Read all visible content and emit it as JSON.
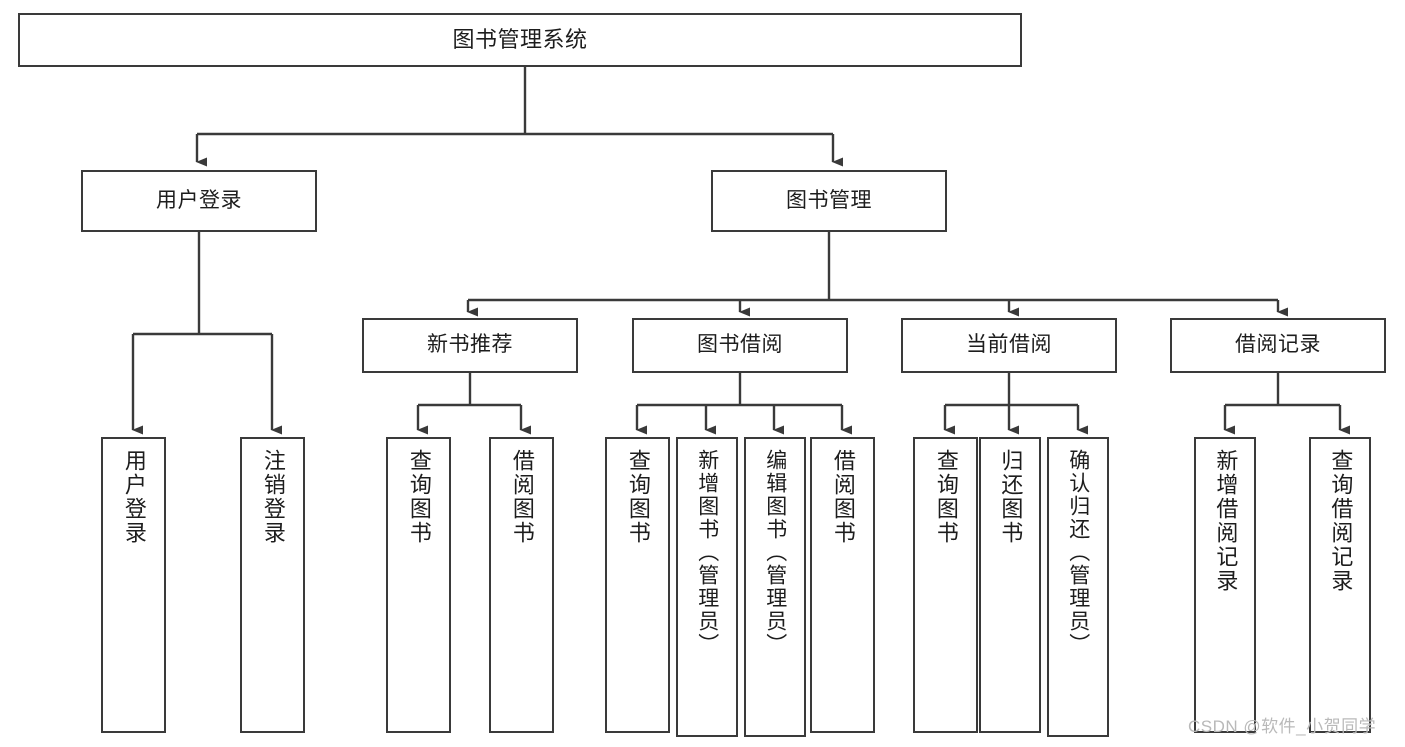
{
  "diagram": {
    "title": "图书管理系统",
    "type": "hierarchy-tree",
    "root": {
      "label": "图书管理系统"
    },
    "level2": [
      {
        "label": "用户登录"
      },
      {
        "label": "图书管理"
      }
    ],
    "level3": [
      {
        "label": "新书推荐"
      },
      {
        "label": "图书借阅"
      },
      {
        "label": "当前借阅"
      },
      {
        "label": "借阅记录"
      }
    ],
    "leaves": {
      "user_login": [
        {
          "label": "用户登录"
        },
        {
          "label": "注销登录"
        }
      ],
      "new_book_recommend": [
        {
          "label": "查询图书"
        },
        {
          "label": "借阅图书"
        }
      ],
      "book_borrow": [
        {
          "label": "查询图书"
        },
        {
          "label": "新增图书（管理员）"
        },
        {
          "label": "编辑图书（管理员）"
        },
        {
          "label": "借阅图书"
        }
      ],
      "current_borrow": [
        {
          "label": "查询图书"
        },
        {
          "label": "归还图书"
        },
        {
          "label": "确认归还（管理员）"
        }
      ],
      "borrow_record": [
        {
          "label": "新增借阅记录"
        },
        {
          "label": "查询借阅记录"
        }
      ]
    },
    "watermark": "CSDN @软件_小贺同学",
    "colors": {
      "border": "#3a3a3a",
      "background": "#ffffff",
      "text": "#1d1d1d",
      "watermark": "#b9b9b9"
    }
  }
}
